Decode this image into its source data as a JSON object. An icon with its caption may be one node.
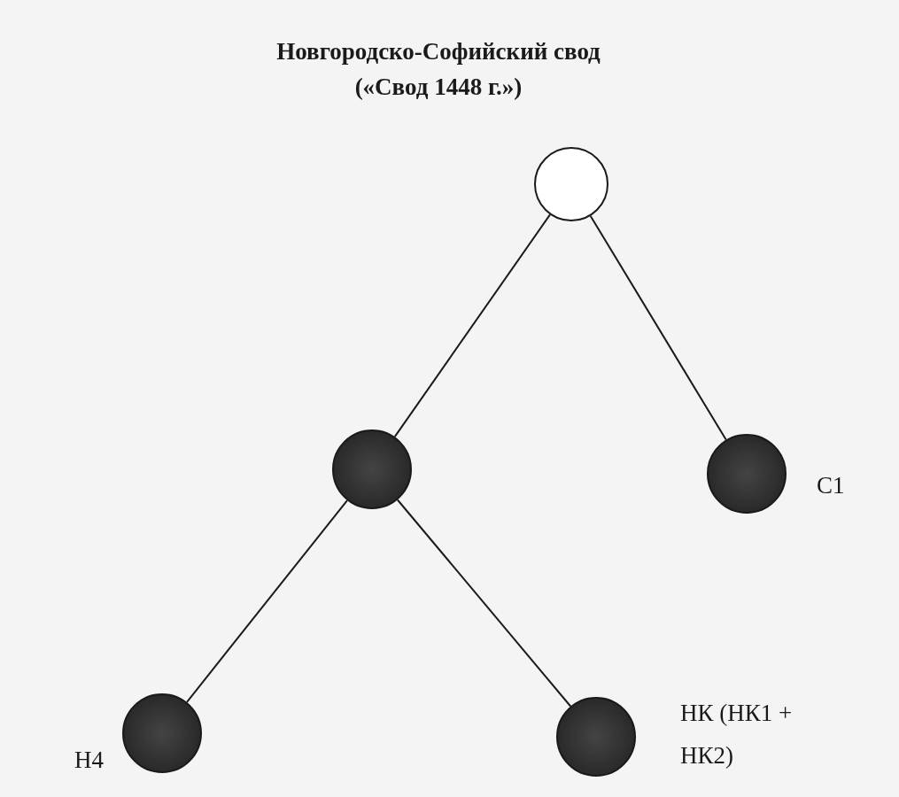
{
  "diagram": {
    "title": "Новгородско-Софийский свод («Свод 1448 г.»)",
    "nodes": [
      {
        "text": [],
        "shape": "circle"
      },
      {
        "text": [],
        "shape": "dot"
      },
      {
        "text": [],
        "shape": "dot",
        "beside": [
          "С1"
        ]
      },
      {
        "text": [],
        "shape": "dot",
        "beside": [
          "Н4"
        ]
      },
      {
        "text": [],
        "shape": "dot",
        "beside": [
          "НК (НК1 + НК2)"
        ]
      }
    ],
    "edges": [
      {
        "from": 0,
        "to": 1,
        "arrow": "none"
      },
      {
        "from": 0,
        "to": 2,
        "arrow": "none"
      },
      {
        "from": 1,
        "to": 3,
        "arrow": "none"
      },
      {
        "from": 1,
        "to": 4,
        "arrow": "none"
      }
    ]
  }
}
